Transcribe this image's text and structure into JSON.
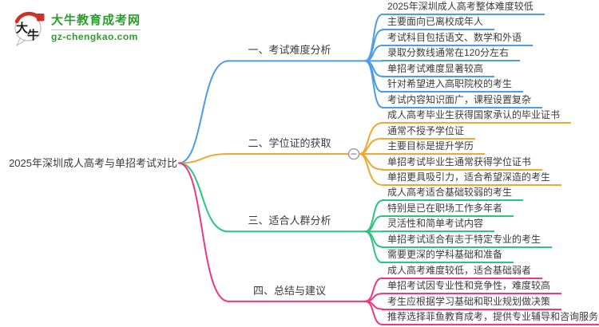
{
  "logo": {
    "bubble_char_top": "大",
    "bubble_char_bottom": "牛",
    "site_name": "大牛教育成考网",
    "site_url": "gz-chengkao.com",
    "brand_green": "#2e9b2e",
    "seal_red": "#cc3226"
  },
  "root": {
    "label": "2025年深圳成人高考与单招考试对比"
  },
  "ui_colors": {
    "collapse_button_gray": "#999999",
    "text_dark": "#3b3b3b"
  },
  "branches": [
    {
      "label": "一、考试难度分析",
      "color": "#4d9cea",
      "collapse_button": false,
      "leaves": [
        "2025年深圳成人高考整体难度较低",
        "主要面向已离校成年人",
        "考试科目包括语文、数学和外语",
        "录取分数线通常在120分左右",
        "单招考试难度显著较高",
        "针对希望进入高职院校的考生",
        "考试内容知识面广，课程设置复杂"
      ]
    },
    {
      "label": "二、学位证的获取",
      "color": "#f0a832",
      "collapse_button": true,
      "leaves": [
        "成人高考毕业生获得国家承认的毕业证书",
        "通常不授予学位证",
        "主要目标是提升学历",
        "单招考试毕业生通常获得学位证书",
        "单招更具吸引力，适合希望深造的考生"
      ]
    },
    {
      "label": "三、适合人群分析",
      "color": "#2ec480",
      "collapse_button": false,
      "leaves": [
        "成人高考适合基础较弱的考生",
        "特别是已在职场工作多年者",
        "灵活性和简单考试内容",
        "单招考试适合有志于特定专业的考生",
        "需要更深的学科基础和准备"
      ]
    },
    {
      "label": "四、总结与建议",
      "color": "#f2357d",
      "collapse_button": false,
      "leaves": [
        "成人高考难度较低，适合基础弱者",
        "单招考试因专业性和竞争性，难度较高",
        "考生应根据学习基础和职业规划做决策",
        "推荐选择菲鱼教育成考，提供专业辅导和咨询服务"
      ]
    }
  ]
}
